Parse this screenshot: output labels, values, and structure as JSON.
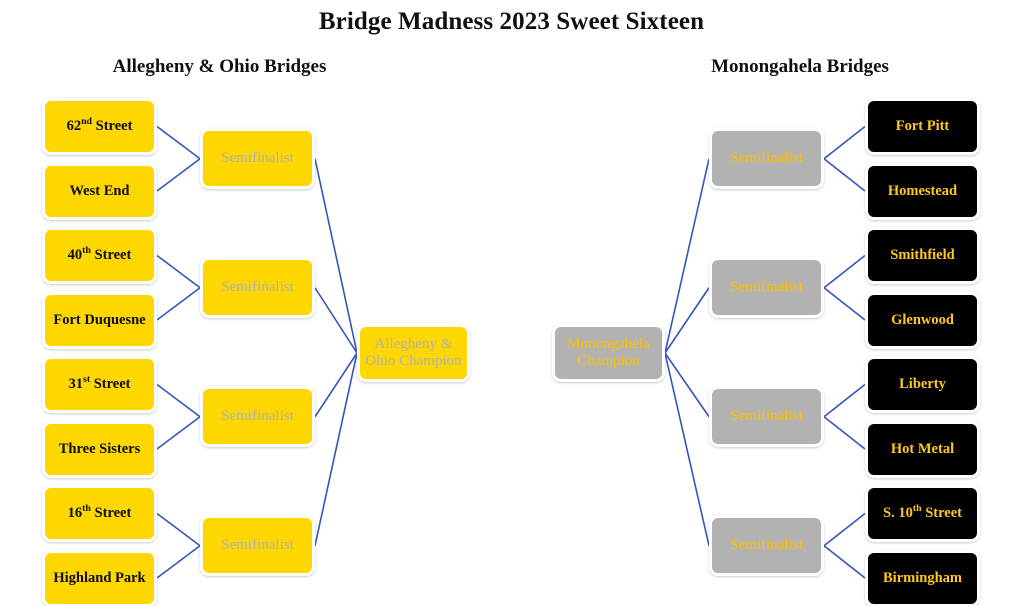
{
  "page": {
    "title": "Bridge Madness 2023 Sweet Sixteen",
    "background_color": "#FFFFFF",
    "connector_color": "#3355BB",
    "accent_yellow": "#FFD700",
    "accent_gold_text": "#FFC000",
    "accent_black": "#000000",
    "accent_gray": "#B2B2B2",
    "placeholder_text_color": "#AFAFAF"
  },
  "regions": {
    "left": {
      "header": "Allegheny & Ohio Bridges"
    },
    "right": {
      "header": "Monongahela Bridges"
    }
  },
  "bracket": {
    "left": {
      "teams": [
        {
          "name": "62nd Street",
          "num": "62",
          "ord": "nd",
          "rest": " Street"
        },
        {
          "name": "West End",
          "num": "",
          "ord": "",
          "rest": "West End"
        },
        {
          "name": "40th Street",
          "num": "40",
          "ord": "th",
          "rest": " Street"
        },
        {
          "name": "Fort Duquesne",
          "num": "",
          "ord": "",
          "rest": "Fort Duquesne"
        },
        {
          "name": "31st Street",
          "num": "31",
          "ord": "st",
          "rest": " Street"
        },
        {
          "name": "Three Sisters",
          "num": "",
          "ord": "",
          "rest": "Three Sisters"
        },
        {
          "name": "16th Street",
          "num": "16",
          "ord": "th",
          "rest": " Street"
        },
        {
          "name": "Highland Park",
          "num": "",
          "ord": "",
          "rest": "Highland Park"
        }
      ],
      "semifinalists": [
        {
          "label": "Semifinalist"
        },
        {
          "label": "Semifinalist"
        },
        {
          "label": "Semifinalist"
        },
        {
          "label": "Semifinalist"
        }
      ],
      "champion": {
        "line1": "Allegheny &",
        "line2": "Ohio Champion"
      }
    },
    "right": {
      "teams": [
        {
          "name": "Fort Pitt",
          "num": "",
          "ord": "",
          "rest": "Fort Pitt"
        },
        {
          "name": "Homestead",
          "num": "",
          "ord": "",
          "rest": "Homestead"
        },
        {
          "name": "Smithfield",
          "num": "",
          "ord": "",
          "rest": "Smithfield"
        },
        {
          "name": "Glenwood",
          "num": "",
          "ord": "",
          "rest": "Glenwood"
        },
        {
          "name": "Liberty",
          "num": "",
          "ord": "",
          "rest": "Liberty"
        },
        {
          "name": "Hot Metal",
          "num": "",
          "ord": "",
          "rest": "Hot Metal"
        },
        {
          "name": "S. 10th Street",
          "num": "S. 10",
          "ord": "th",
          "rest": " Street"
        },
        {
          "name": "Birmingham",
          "num": "",
          "ord": "",
          "rest": "Birmingham"
        }
      ],
      "semifinalists": [
        {
          "label": "Semifinalist"
        },
        {
          "label": "Semifinalist"
        },
        {
          "label": "Semifinalist"
        },
        {
          "label": "Semifinalist"
        }
      ],
      "champion": {
        "line1": "Monongahela",
        "line2": "Champion"
      }
    }
  }
}
